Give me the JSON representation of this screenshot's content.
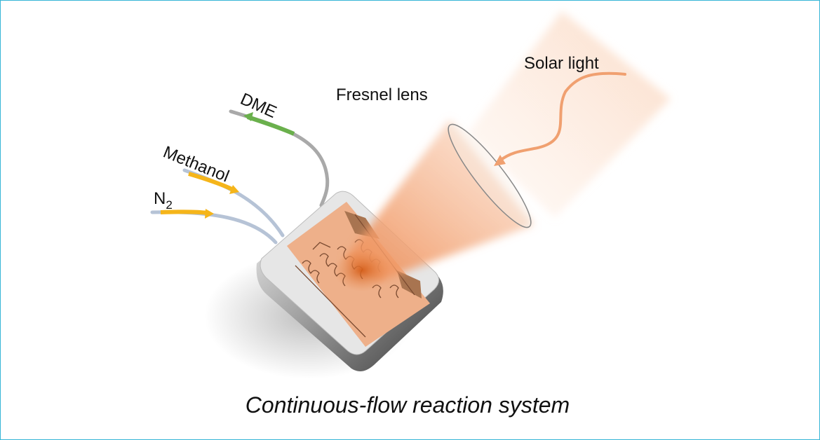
{
  "labels": {
    "dme": "DME",
    "methanol": "Methanol",
    "n2_main": "N",
    "n2_sub": "2",
    "fresnel": "Fresnel lens",
    "solar": "Solar light",
    "caption": "Continuous-flow reaction system"
  },
  "colors": {
    "inlet_arrow": "#f5b51a",
    "outlet_arrow": "#6ab04c",
    "light": "#f0a070",
    "reactor_face": "#eeb08a"
  }
}
